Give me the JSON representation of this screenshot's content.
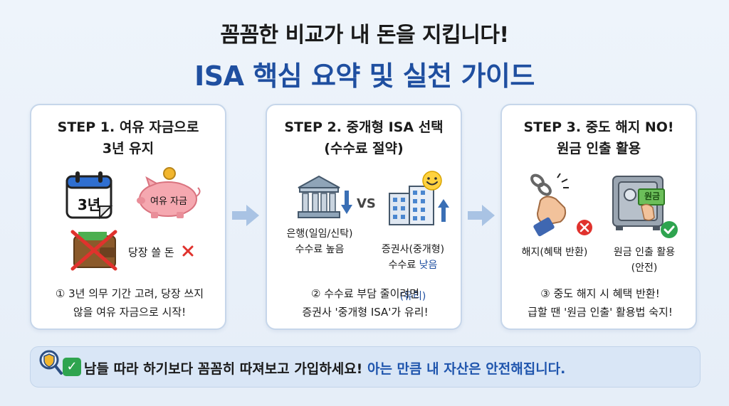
{
  "header": {
    "title_line1": "꼼꼼한 비교가 내 돈을 지킵니다!",
    "title_line2": "ISA 핵심 요약 및 실천 가이드"
  },
  "steps": [
    {
      "title": "STEP 1. 여유 자금으로\n3년 유지",
      "calendar_label": "3년",
      "piggy_label": "여유 자금",
      "wallet_label": "당장 쓸 돈",
      "description": "① 3년 의무 기간 고려, 당장 쓰지\n않을 여유 자금으로 시작!"
    },
    {
      "title": "STEP 2. 중개형 ISA 선택\n(수수료 절약)",
      "vs_label": "VS",
      "bank_label": "은행(일임/신탁)\n수수료 높음",
      "broker_label_main": "증권사(중개형)\n수수료 ",
      "broker_label_hl_inline": "낮음",
      "broker_label_hl_line": "(유리)",
      "description": "② 수수료 부담 줄이려면\n증권사 '중개형 ISA'가 유리!"
    },
    {
      "title": "STEP 3. 중도 해지 NO!\n원금 인출 활용",
      "cancel_label": "해지(혜택 반환)",
      "withdraw_label": "원금 인출 활용\n(안전)",
      "money_label": "원금",
      "description": "③ 중도 해지 시 혜택 반환!\n급할 땐 '원금 인출' 활용법 숙지!"
    }
  ],
  "footer": {
    "check": "✓",
    "text_main": "남들 따라 하기보다 꼼꼼히 따져보고 가입하세요! ",
    "text_blue": "아는 만큼 내 자산은 안전해집니다."
  },
  "icons": [
    "calendar-icon",
    "piggy-bank-icon",
    "wallet-icon",
    "cross-icon",
    "bank-icon",
    "office-building-icon",
    "smile-icon",
    "down-arrow-icon",
    "up-arrow-icon",
    "broken-chain-icon",
    "safe-icon",
    "check-circle-icon",
    "magnifier-shield-icon",
    "right-arrow-icon"
  ],
  "colors": {
    "title_blue": "#1f4fa0",
    "accent_red": "#e0322d",
    "accent_green": "#2ea44f",
    "card_border": "#c6d6ea"
  }
}
